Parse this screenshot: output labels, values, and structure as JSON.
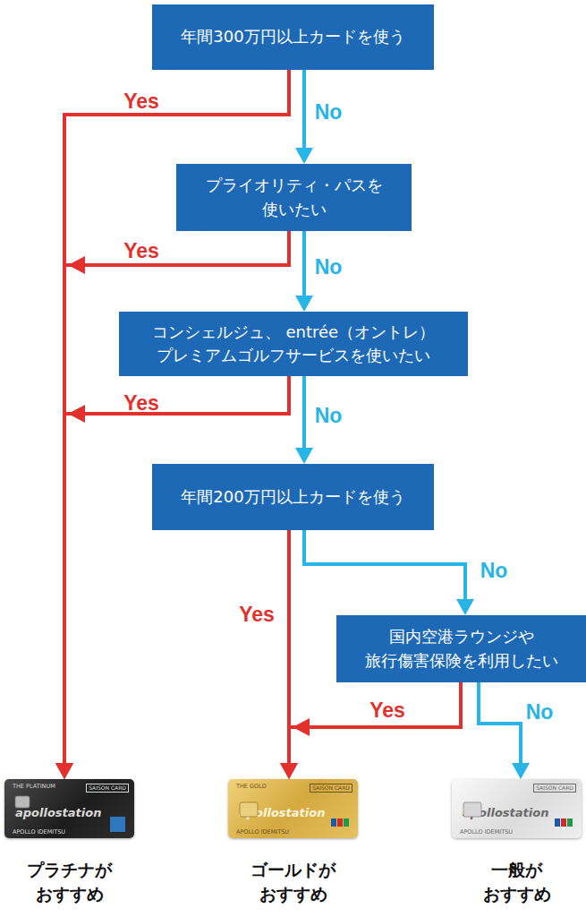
{
  "diagram": {
    "nodes": [
      {
        "text": [
          "年間300万円以上カードを使う"
        ]
      },
      {
        "text": [
          "プライオリティ・パスを 使いたい"
        ]
      },
      {
        "text": [
          "コンシェルジュ、 entrée（オントレ） プレミアムゴルフサービスを使いたい"
        ]
      },
      {
        "text": [
          "年間200万円以上カードを使う"
        ]
      },
      {
        "text": [
          "国内空港ラウンジや 旅行傷害保険を利用したい"
        ]
      },
      {
        "text": [
          "THE PLATINUM",
          "SAISON CARD",
          "apollostation",
          "APOLLO IDEMITSU",
          "プラチナが おすすめ"
        ]
      },
      {
        "text": [
          "THE GOLD",
          "SAISON CARD",
          "apollostation",
          "APOLLO IDEMITSU",
          "ゴールドが おすすめ"
        ]
      },
      {
        "text": [
          "SAISON CARD",
          "apollostation",
          "APOLLO IDEMITSU",
          "一般が おすすめ"
        ]
      }
    ],
    "edges": [
      {
        "from": 0,
        "to": 5,
        "label": "Yes",
        "arrow": "to"
      },
      {
        "from": 0,
        "to": 1,
        "label": "No",
        "arrow": "to"
      },
      {
        "from": 1,
        "to": 5,
        "label": "Yes",
        "arrow": "to"
      },
      {
        "from": 1,
        "to": 2,
        "label": "No",
        "arrow": "to"
      },
      {
        "from": 2,
        "to": 5,
        "label": "Yes",
        "arrow": "to"
      },
      {
        "from": 2,
        "to": 3,
        "label": "No",
        "arrow": "to"
      },
      {
        "from": 3,
        "to": 6,
        "label": "Yes",
        "arrow": "to"
      },
      {
        "from": 3,
        "to": 4,
        "label": "No",
        "arrow": "to"
      },
      {
        "from": 4,
        "to": 6,
        "label": "Yes",
        "arrow": "to"
      },
      {
        "from": 4,
        "to": 7,
        "label": "No",
        "arrow": "to"
      }
    ]
  }
}
